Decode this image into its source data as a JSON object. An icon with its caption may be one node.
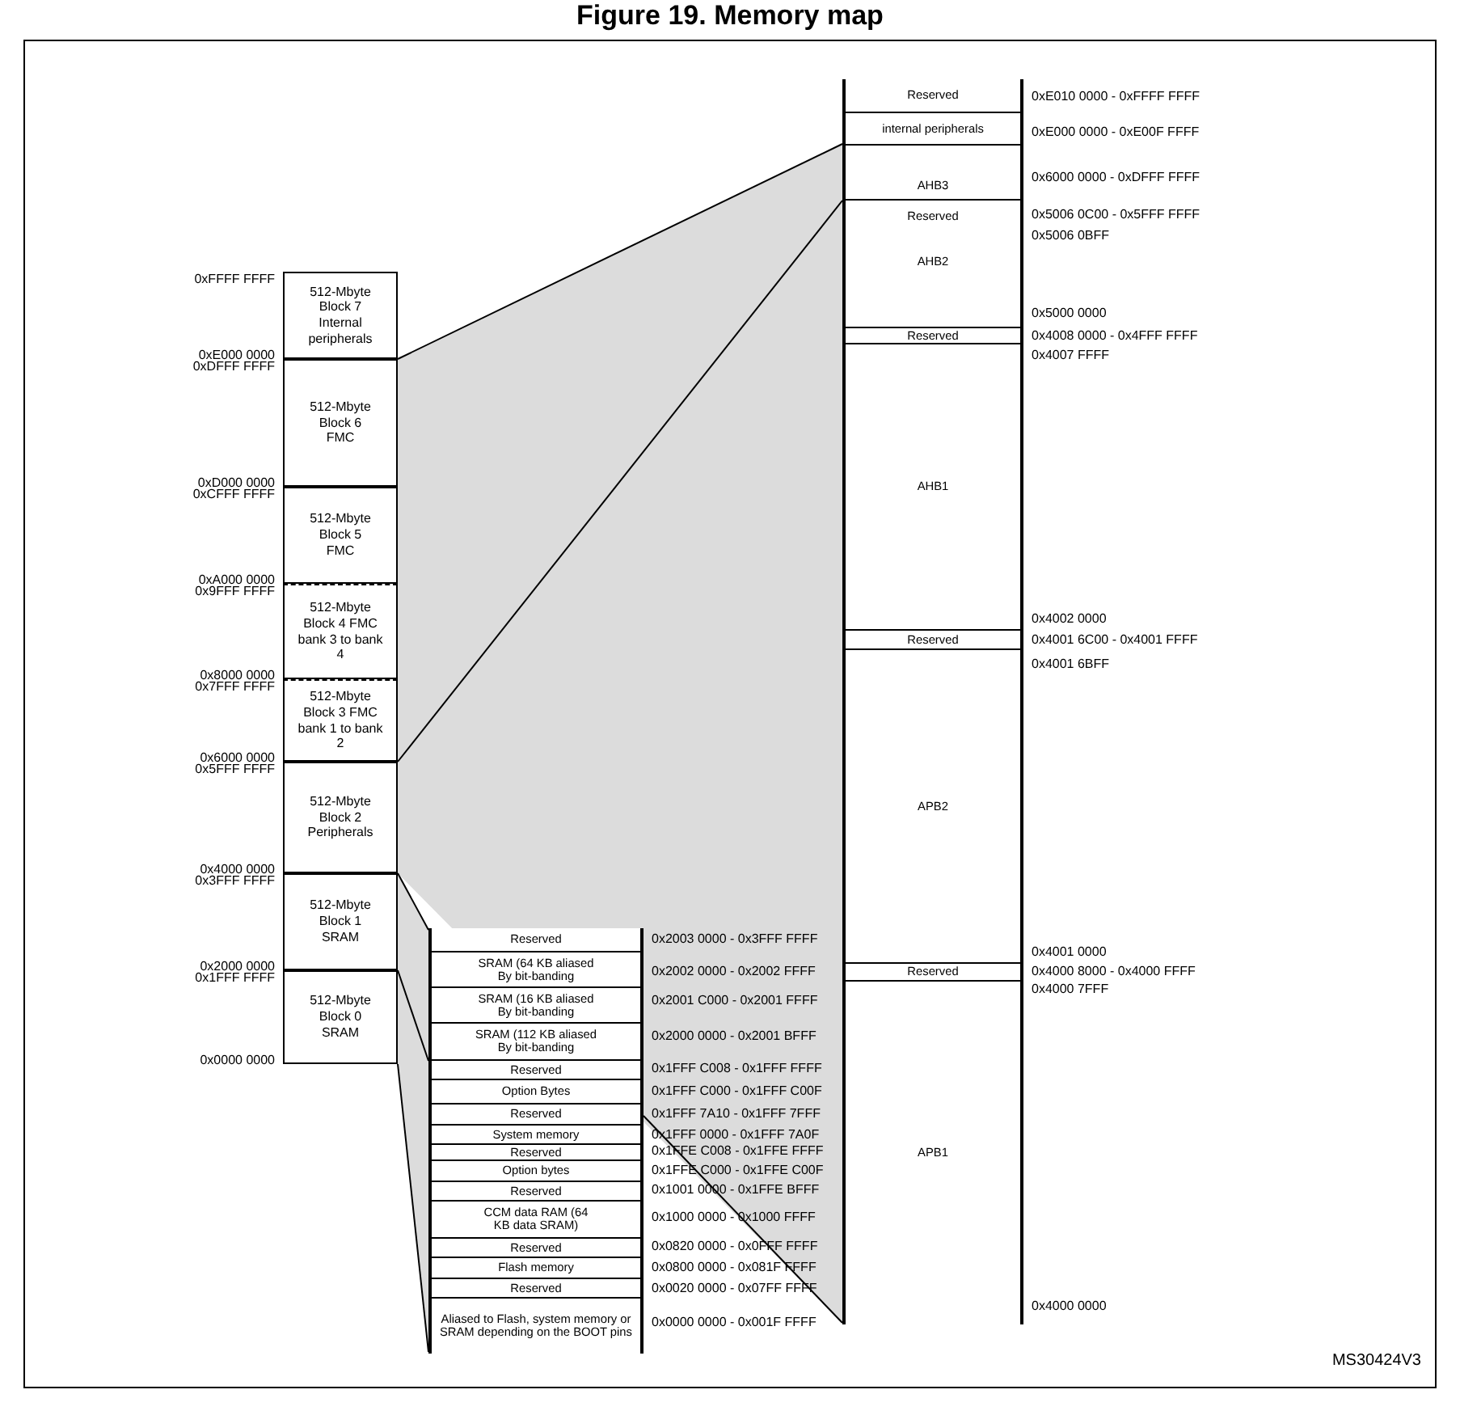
{
  "diagram": {
    "title": "Figure 19. Memory map",
    "nodes": [
      {
        "text": [
          "512-Mbyte Block 7 Internal peripherals"
        ],
        "beside": [
          "0xFFFF FFFF",
          "0xE000 0000"
        ]
      },
      {
        "text": [
          "512-Mbyte Block 6 FMC"
        ],
        "beside": [
          "0xDFFF FFFF",
          "0xD000 0000"
        ]
      },
      {
        "text": [
          "512-Mbyte Block 5 FMC"
        ],
        "beside": [
          "0xCFFF FFFF",
          "0xA000 0000"
        ]
      },
      {
        "text": [
          "512-Mbyte Block 4 FMC bank 3 to bank 4"
        ],
        "beside": [
          "0x9FFF FFFF",
          "0x8000 0000"
        ]
      },
      {
        "text": [
          "512-Mbyte Block 3 FMC bank 1 to bank 2"
        ],
        "beside": [
          "0x7FFF FFFF",
          "0x6000 0000"
        ]
      },
      {
        "text": [
          "512-Mbyte Block 2 Peripherals"
        ],
        "beside": [
          "0x5FFF FFFF",
          "0x4000 0000"
        ]
      },
      {
        "text": [
          "512-Mbyte Block 1 SRAM"
        ],
        "beside": [
          "0x3FFF FFFF",
          "0x2000 0000"
        ]
      },
      {
        "text": [
          "512-Mbyte Block 0 SRAM"
        ],
        "beside": [
          "0x1FFF FFFF",
          "0x0000 0000"
        ]
      },
      {
        "text": [],
        "shape": "box"
      },
      {
        "text": [
          "Reserved"
        ],
        "in": 8,
        "beside": [
          "0xE010 0000 - 0xFFFF FFFF"
        ]
      },
      {
        "text": [
          "internal peripherals"
        ],
        "in": 8,
        "beside": [
          "0xE000 0000 - 0xE00F FFFF"
        ]
      },
      {
        "text": [
          "AHB3"
        ],
        "in": 8,
        "beside": [
          "0x6000 0000 - 0xDFFF FFFF"
        ]
      },
      {
        "text": [
          "Reserved",
          "AHB2"
        ],
        "in": 8,
        "beside": [
          "0x5006 0C00 - 0x5FFF FFFF",
          "0x5006 0BFF",
          "0x5000 0000"
        ]
      },
      {
        "text": [
          "Reserved"
        ],
        "in": 8,
        "beside": [
          "0x4008 0000 - 0x4FFF FFFF"
        ]
      },
      {
        "text": [
          "AHB1"
        ],
        "in": 8,
        "beside": [
          "0x4007 FFFF",
          "0x4002 0000"
        ]
      },
      {
        "text": [
          "Reserved"
        ],
        "in": 8,
        "beside": [
          "0x4001 6C00 - 0x4001 FFFF"
        ]
      },
      {
        "text": [
          "APB2"
        ],
        "in": 8,
        "beside": [
          "0x4001 6BFF",
          "0x4001 0000"
        ]
      },
      {
        "text": [
          "Reserved"
        ],
        "in": 8,
        "beside": [
          "0x4000 8000 - 0x4000 FFFF"
        ]
      },
      {
        "text": [
          "APB1"
        ],
        "in": 8,
        "beside": [
          "0x4000 7FFF",
          "0x4000 0000"
        ]
      },
      {
        "text": [],
        "shape": "box"
      },
      {
        "text": [
          "Reserved"
        ],
        "in": 19,
        "beside": [
          "0x2003 0000 - 0x3FFF FFFF"
        ]
      },
      {
        "text": [
          "SRAM (64 KB aliased By bit-banding"
        ],
        "in": 19,
        "beside": [
          "0x2002 0000 - 0x2002 FFFF"
        ]
      },
      {
        "text": [
          "SRAM (16 KB aliased By bit-banding"
        ],
        "in": 19,
        "beside": [
          "0x2001 C000 - 0x2001 FFFF"
        ]
      },
      {
        "text": [
          "SRAM (112 KB aliased By bit-banding"
        ],
        "in": 19,
        "beside": [
          "0x2000 0000 - 0x2001 BFFF"
        ]
      },
      {
        "text": [
          "Reserved"
        ],
        "in": 19,
        "beside": [
          "0x1FFF C008 - 0x1FFF FFFF"
        ]
      },
      {
        "text": [
          "Option Bytes"
        ],
        "in": 19,
        "beside": [
          "0x1FFF C000 - 0x1FFF C00F"
        ]
      },
      {
        "text": [
          "Reserved"
        ],
        "in": 19,
        "beside": [
          "0x1FFF 7A10 - 0x1FFF 7FFF"
        ]
      },
      {
        "text": [
          "System memory"
        ],
        "in": 19,
        "beside": [
          "0x1FFF 0000 - 0x1FFF 7A0F"
        ]
      },
      {
        "text": [
          "Reserved"
        ],
        "in": 19,
        "beside": [
          "0x1FFE C008 - 0x1FFE FFFF"
        ]
      },
      {
        "text": [
          "Option bytes"
        ],
        "in": 19,
        "beside": [
          "0x1FFE C000 - 0x1FFE C00F"
        ]
      },
      {
        "text": [
          "Reserved"
        ],
        "in": 19,
        "beside": [
          "0x1001 0000 - 0x1FFE BFFF"
        ]
      },
      {
        "text": [
          "CCM data RAM (64 KB data SRAM)"
        ],
        "in": 19,
        "beside": [
          "0x1000 0000 - 0x1000 FFFF"
        ]
      },
      {
        "text": [
          "Reserved"
        ],
        "in": 19,
        "beside": [
          "0x0820 0000 - 0x0FFF FFFF"
        ]
      },
      {
        "text": [
          "Flash memory"
        ],
        "in": 19,
        "beside": [
          "0x0800 0000 - 0x081F FFFF"
        ]
      },
      {
        "text": [
          "Reserved"
        ],
        "in": 19,
        "beside": [
          "0x0020 0000 - 0x07FF FFFF"
        ]
      },
      {
        "text": [
          "Aliased to Flash, system memory or SRAM depending on the BOOT pins"
        ],
        "in": 19,
        "beside": [
          "0x0000 0000 - 0x001F FFFF"
        ]
      }
    ],
    "edges": [
      {
        "from": 0,
        "to": 8,
        "arrow": "none"
      },
      {
        "from": 4,
        "to": 8,
        "arrow": "none"
      },
      {
        "from": 19,
        "to": 8,
        "arrow": "none"
      },
      {
        "from": 6,
        "to": 19,
        "arrow": "none"
      },
      {
        "from": 7,
        "to": 19,
        "arrow": "none"
      },
      {
        "from": 7,
        "to": 19,
        "arrow": "none"
      }
    ],
    "labels": [
      "MS30424V3"
    ]
  }
}
